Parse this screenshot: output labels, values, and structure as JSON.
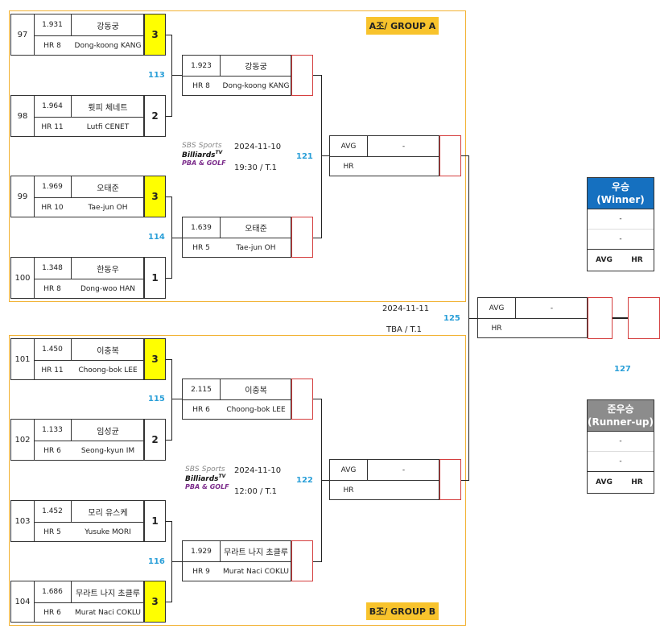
{
  "groups": {
    "a_label": "A조/ GROUP A",
    "b_label": "B조/ GROUP B"
  },
  "r1": [
    {
      "num": "97",
      "avg": "1.931",
      "hr": "HR 8",
      "kr": "강동궁",
      "en": "Dong-koong KANG",
      "score": "3",
      "win": true
    },
    {
      "num": "98",
      "avg": "1.964",
      "hr": "HR 11",
      "kr": "륏피 체네트",
      "en": "Lutfi CENET",
      "score": "2",
      "win": false
    },
    {
      "num": "99",
      "avg": "1.969",
      "hr": "HR 10",
      "kr": "오태준",
      "en": "Tae-jun OH",
      "score": "3",
      "win": true
    },
    {
      "num": "100",
      "avg": "1.348",
      "hr": "HR 8",
      "kr": "한동우",
      "en": "Dong-woo HAN",
      "score": "1",
      "win": false
    },
    {
      "num": "101",
      "avg": "1.450",
      "hr": "HR 11",
      "kr": "이충복",
      "en": "Choong-bok LEE",
      "score": "3",
      "win": true
    },
    {
      "num": "102",
      "avg": "1.133",
      "hr": "HR 6",
      "kr": "임성균",
      "en": "Seong-kyun IM",
      "score": "2",
      "win": false
    },
    {
      "num": "103",
      "avg": "1.452",
      "hr": "HR 5",
      "kr": "모리 유스케",
      "en": "Yusuke MORI",
      "score": "1",
      "win": false
    },
    {
      "num": "104",
      "avg": "1.686",
      "hr": "HR 6",
      "kr": "무라트 나지 초클루",
      "en": "Murat Naci COKLU",
      "score": "3",
      "win": true
    }
  ],
  "r2": [
    {
      "avg": "1.923",
      "hr": "HR 8",
      "kr": "강동궁",
      "en": "Dong-koong KANG"
    },
    {
      "avg": "1.639",
      "hr": "HR 5",
      "kr": "오태준",
      "en": "Tae-jun OH"
    },
    {
      "avg": "2.115",
      "hr": "HR 6",
      "kr": "이충복",
      "en": "Choong-bok LEE"
    },
    {
      "avg": "1.929",
      "hr": "HR 9",
      "kr": "무라트 나지 초클루",
      "en": "Murat Naci COKLU"
    }
  ],
  "r3": [
    {
      "avg": "AVG",
      "val": "-",
      "hr": "HR"
    },
    {
      "avg": "AVG",
      "val": "-",
      "hr": "HR"
    },
    {
      "avg": "AVG",
      "val": "-",
      "hr": "HR"
    }
  ],
  "match_nos": {
    "m113": "113",
    "m114": "114",
    "m115": "115",
    "m116": "116",
    "m121": "121",
    "m122": "122",
    "m125": "125",
    "m127": "127"
  },
  "schedule": {
    "a_date": "2024-11-10",
    "a_time": "19:30 / T.1",
    "b_date": "2024-11-10",
    "b_time": "12:00 / T.1",
    "f_date": "2024-11-11",
    "f_time": "TBA / T.1"
  },
  "logo": {
    "sbs": "SBS",
    "sports": "Sports",
    "billiards": "Billiards",
    "tv": "TV",
    "pba": "PBA & GOLF"
  },
  "winner": {
    "title": "우승",
    "subtitle": "(Winner)",
    "row1": "-",
    "row2": "-",
    "avg": "AVG",
    "hr": "HR",
    "color": "#1570c0"
  },
  "runnerup": {
    "title": "준우승",
    "subtitle": "(Runner-up)",
    "row1": "-",
    "row2": "-",
    "avg": "AVG",
    "hr": "HR",
    "color": "#8c8c8c"
  }
}
